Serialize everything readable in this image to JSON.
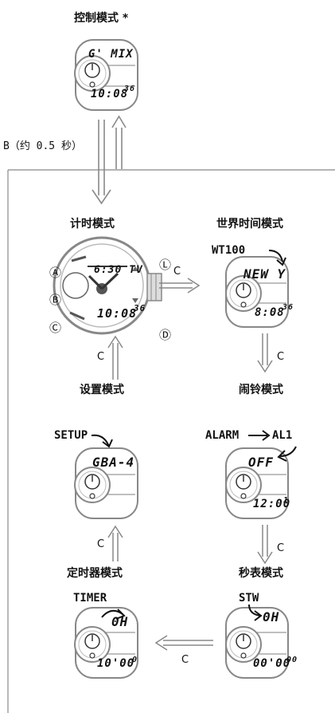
{
  "top": {
    "caption": "控制模式 *",
    "display_top": "G' MIX",
    "display_time": "10:08",
    "display_sec": "36"
  },
  "transition_b": "B（约 0.5 秒）",
  "modes": {
    "timekeeping": {
      "caption": "计时模式",
      "display_top": "6:30 TV",
      "display_time": "10:08",
      "display_sec": "36",
      "buttons": [
        "Ⓐ",
        "Ⓑ",
        "Ⓒ",
        "Ⓛ",
        "Ⓓ"
      ]
    },
    "world_time": {
      "caption": "世界时间模式",
      "label": "WT100",
      "display_top": "NEW Y",
      "display_time": "8:08",
      "display_sec": "36"
    },
    "alarm": {
      "caption": "闹铃模式",
      "label_a": "ALARM",
      "label_b": "AL1",
      "display_top": "OFF",
      "display_time": "12:00",
      "display_sec": "1"
    },
    "stopwatch": {
      "caption": "秒表模式",
      "label": "STW",
      "display_top": "0H",
      "display_time": "00'00",
      "display_sec": "00"
    },
    "timer": {
      "caption": "定时器模式",
      "label": "TIMER",
      "display_top": "0H",
      "display_time": "10'00",
      "display_sec": "0"
    },
    "setting": {
      "caption": "设置模式",
      "label": "SETUP",
      "display_top": "GBA-4"
    }
  },
  "button_c": "C"
}
